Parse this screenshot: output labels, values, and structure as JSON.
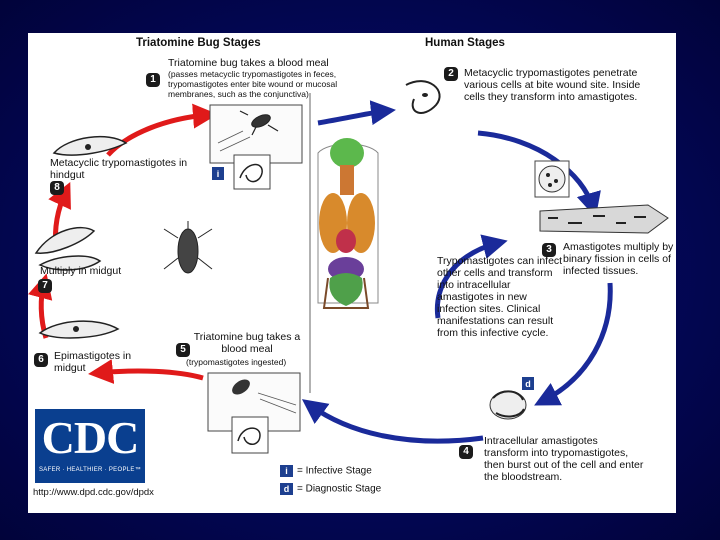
{
  "headers": {
    "triatomine": "Triatomine Bug Stages",
    "human": "Human Stages"
  },
  "stages": [
    {
      "num": "1",
      "title": "Triatomine bug takes a blood meal",
      "sub": "(passes metacyclic trypomastigotes in feces, trypomastigotes enter bite wound or mucosal membranes, such as the conjunctiva)"
    },
    {
      "num": "2",
      "text": "Metacyclic trypomastigotes penetrate various cells at bite wound site. Inside cells they transform into amastigotes."
    },
    {
      "num": "3",
      "text": "Amastigotes multiply by binary fission in cells of infected tissues."
    },
    {
      "num": "4",
      "text": "Intracellular amastigotes transform into trypomastigotes, then burst out of the cell and enter the bloodstream."
    },
    {
      "num": "5",
      "title": "Triatomine bug takes a blood meal",
      "sub": "(trypomastigotes ingested)"
    },
    {
      "num": "6",
      "text": "Epimastigotes in midgut"
    },
    {
      "num": "7",
      "text": "Multiply in midgut"
    },
    {
      "num": "8",
      "text": "Metacyclic trypomastigotes in hindgut"
    }
  ],
  "center_note": "Trypomastigotes can infect other cells and transform into intracellular amastigotes in new infection sites. Clinical manifestations can result from this infective cycle.",
  "legend": {
    "infective_symbol": "i",
    "infective_label": "= Infective Stage",
    "diagnostic_symbol": "d",
    "diagnostic_label": "= Diagnostic Stage"
  },
  "logo": {
    "letters": "CDC",
    "tagline": "SAFER · HEALTHIER · PEOPLE™"
  },
  "url": "http://www.dpd.cdc.gov/dpdx",
  "colors": {
    "background": "#030758",
    "red_arrow": "#e01a1a",
    "blue_arrow": "#1a2a9a",
    "badge": "#1b1b1b",
    "cdc_blue": "#0a3f8f"
  }
}
